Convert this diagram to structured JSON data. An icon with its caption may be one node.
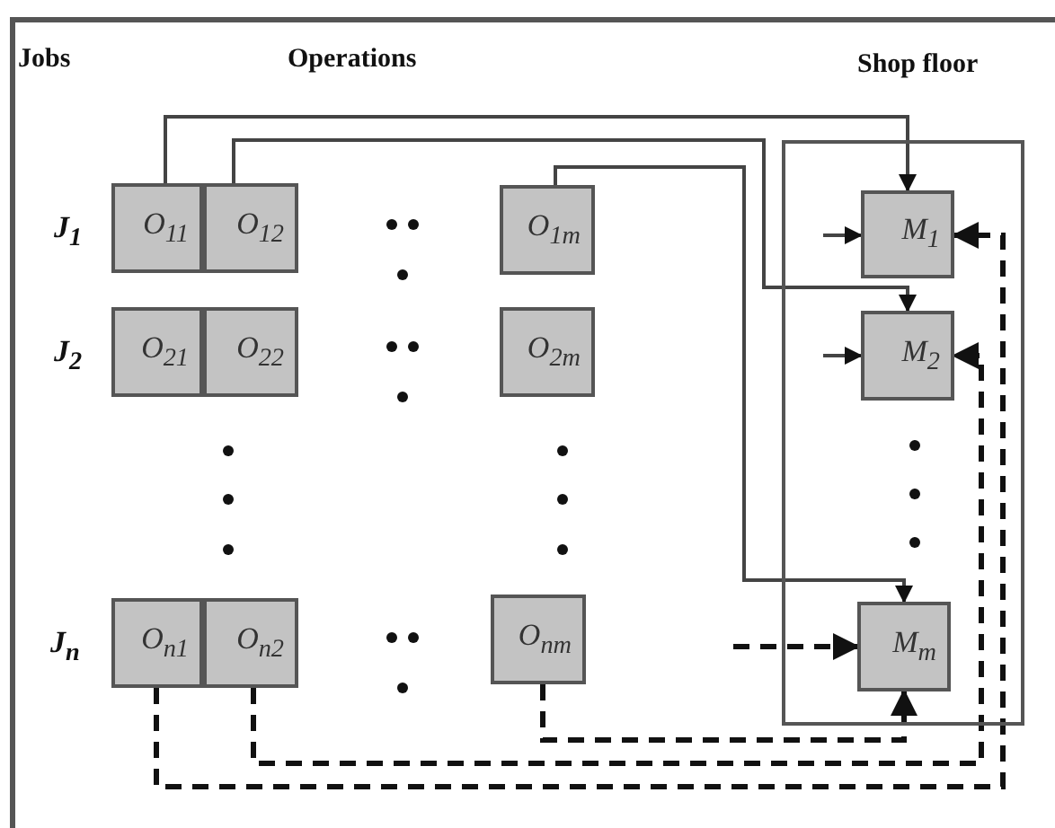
{
  "diagram": {
    "nodes": [
      {
        "text": [
          "O$_{11}$"
        ]
      },
      {
        "text": [
          "O$_{12}$"
        ]
      },
      {
        "text": [
          "O$_{1m}$"
        ]
      },
      {
        "text": [
          "O$_{21}$"
        ]
      },
      {
        "text": [
          "O$_{22}$"
        ]
      },
      {
        "text": [
          "O$_{2m}$"
        ]
      },
      {
        "text": [
          "O$_{n1}$"
        ]
      },
      {
        "text": [
          "O$_{n2}$"
        ]
      },
      {
        "text": [
          "O$_{nm}$"
        ]
      },
      {
        "text": [
          "Shop floor"
        ]
      },
      {
        "text": [
          "M$_{1}$"
        ],
        "in": 9
      },
      {
        "text": [
          "M$_{2}$"
        ],
        "in": 9
      },
      {
        "text": [
          "M$_{m}$"
        ],
        "in": 9
      }
    ],
    "edges": [
      {
        "from": 0,
        "to": 10,
        "arrow": "to"
      },
      {
        "from": 1,
        "to": 11,
        "arrow": "to"
      },
      {
        "from": 2,
        "to": 12,
        "arrow": "to"
      },
      {
        "from": null,
        "to": 10,
        "arrow": "to"
      },
      {
        "from": null,
        "to": 11,
        "arrow": "to"
      },
      {
        "from": null,
        "to": 12,
        "arrow": "to",
        "style": "dashed"
      },
      {
        "from": 6,
        "to": 10,
        "arrow": "to",
        "style": "dashed"
      },
      {
        "from": 7,
        "to": 11,
        "arrow": "to",
        "style": "dashed"
      },
      {
        "from": 8,
        "to": 12,
        "arrow": "to",
        "style": "dashed"
      }
    ],
    "labels": [
      "Jobs",
      "Operations",
      "J$_{1}$",
      "J$_{2}$",
      "J$_{n}$"
    ]
  }
}
